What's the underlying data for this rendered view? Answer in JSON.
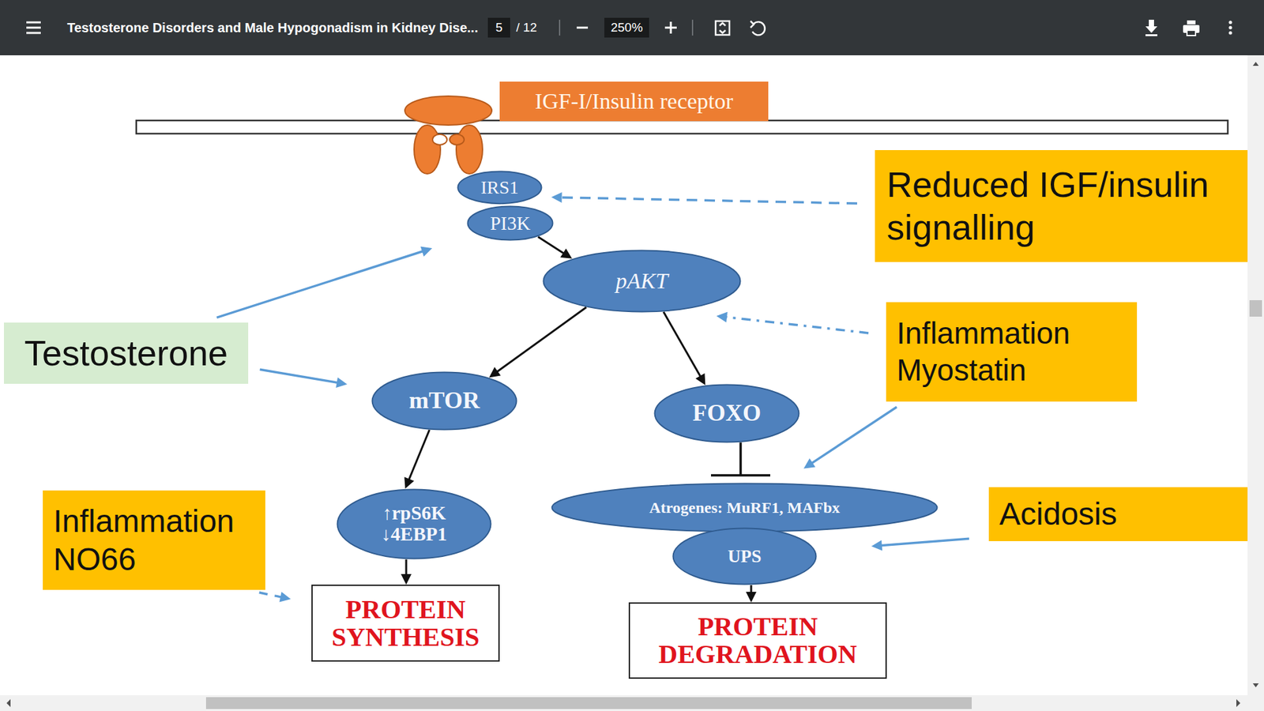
{
  "diagram": {
    "nodes": [
      {
        "text": [
          "IGF-I/Insulin receptor"
        ]
      },
      {
        "text": [
          "IRS1"
        ]
      },
      {
        "text": [
          "PI3K"
        ]
      },
      {
        "text": [
          "Reduced IGF/insulin signalling"
        ]
      },
      {
        "text": [
          "pAKT"
        ]
      },
      {
        "text": [
          "Testosterone"
        ]
      },
      {
        "text": [
          "Inflammation Myostatin"
        ]
      },
      {
        "text": [
          "mTOR"
        ]
      },
      {
        "text": [
          "FOXO"
        ]
      },
      {
        "text": [
          "Atrogenes: MuRF1, MAFbx"
        ]
      },
      {
        "text": [
          "Inflammation NO66"
        ]
      },
      {
        "text": [
          "↑rpS6K ↓4EBP1"
        ]
      },
      {
        "text": [
          "Acidosis"
        ]
      },
      {
        "text": [
          "UPS"
        ]
      },
      {
        "text": [
          "PROTEIN SYNTHESIS"
        ]
      },
      {
        "text": [
          "PROTEIN DEGRADATION"
        ]
      }
    ],
    "edges": [
      {
        "from": 2,
        "to": 4,
        "arrow": "to"
      },
      {
        "from": 4,
        "to": 7,
        "arrow": "to"
      },
      {
        "from": 4,
        "to": 8,
        "arrow": "to"
      },
      {
        "from": 7,
        "to": 11,
        "arrow": "to"
      },
      {
        "from": 11,
        "to": 14,
        "arrow": "to"
      },
      {
        "from": 13,
        "to": 15,
        "arrow": "to"
      },
      {
        "from": 8,
        "to": 9,
        "arrow": "to"
      },
      {
        "from": 3,
        "to": 1,
        "arrow": "to"
      },
      {
        "from": 5,
        "to": 2,
        "arrow": "to"
      },
      {
        "from": 5,
        "to": 7,
        "arrow": "to"
      },
      {
        "from": 6,
        "to": 4,
        "arrow": "to"
      },
      {
        "from": 6,
        "to": 9,
        "arrow": "to"
      },
      {
        "from": 12,
        "to": 13,
        "arrow": "to"
      },
      {
        "from": 10,
        "to": 14,
        "arrow": "to"
      }
    ],
    "labels": [
      "Testosterone Disorders and Male Hypogonadism in Kidney Dise...",
      "5",
      "/ 12",
      "250%"
    ]
  }
}
